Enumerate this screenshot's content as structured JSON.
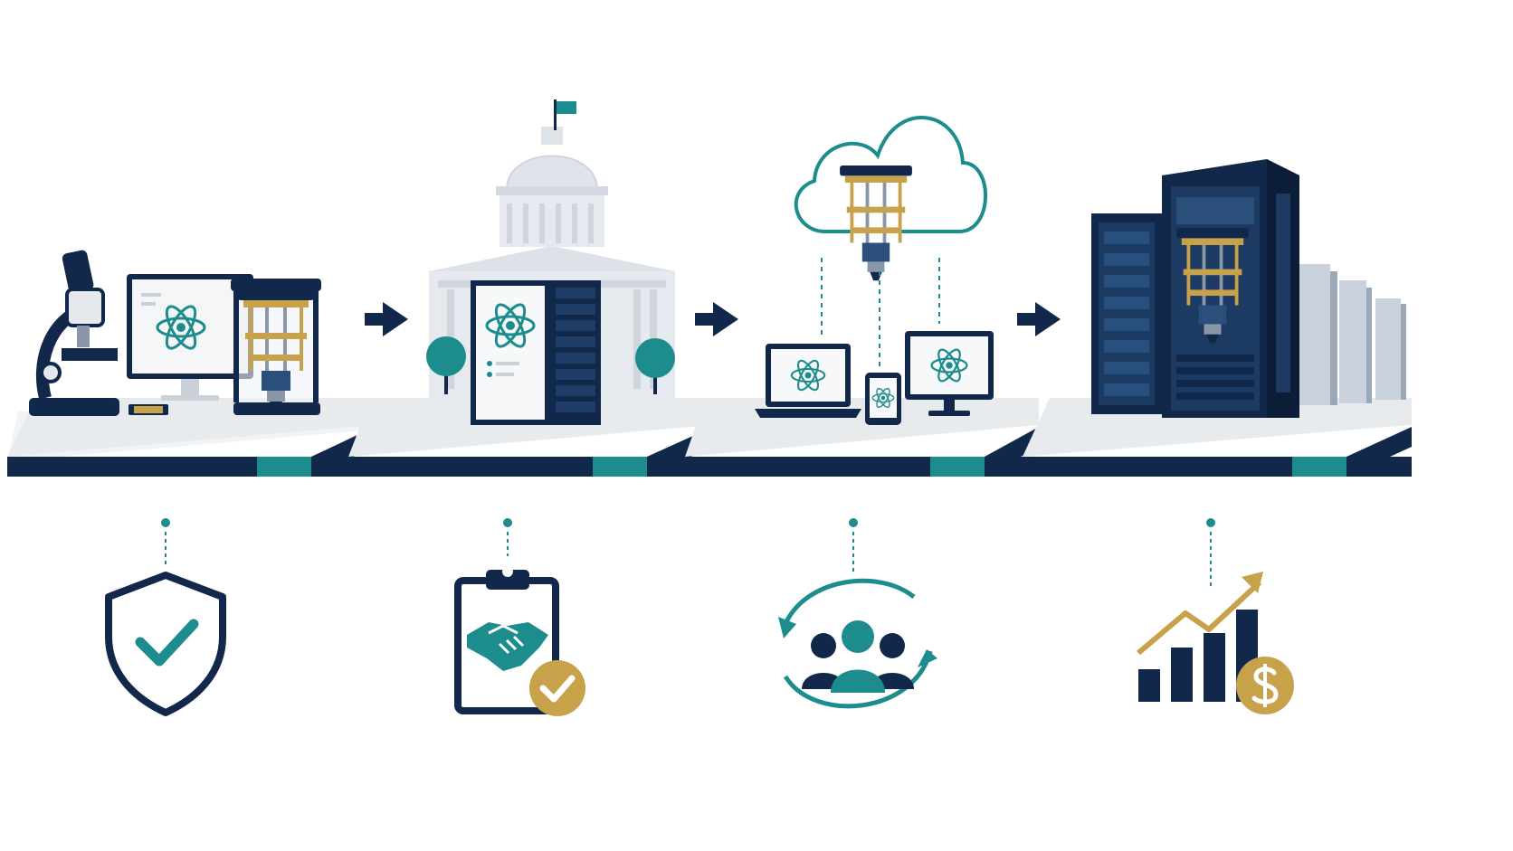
{
  "colors": {
    "navy": "#12284a",
    "teal": "#1c8c8c",
    "gold": "#c7a24a",
    "platform_top": "#f1f3f5",
    "building": "#e6eaee"
  },
  "stages": [
    {
      "scene": "research-lab",
      "scene_icons": [
        "microscope-icon",
        "monitor-atom-icon",
        "quantum-computer-icon",
        "chip-icon"
      ],
      "outcome_icon": "shield-check-icon"
    },
    {
      "scene": "government-building",
      "scene_icons": [
        "capitol-building-icon",
        "flag-icon",
        "tree-icon",
        "server-rack-icon",
        "atom-panel-icon"
      ],
      "outcome_icon": "clipboard-handshake-check-icon"
    },
    {
      "scene": "cloud-access",
      "scene_icons": [
        "cloud-icon",
        "quantum-processor-icon",
        "laptop-icon",
        "tablet-icon",
        "desktop-icon"
      ],
      "outcome_icon": "people-cycle-icon"
    },
    {
      "scene": "data-center",
      "scene_icons": [
        "server-rack-icon",
        "quantum-core-tower-icon",
        "server-row-icon"
      ],
      "outcome_icon": "growth-chart-dollar-icon"
    }
  ],
  "connectors": [
    "arrow-right-icon",
    "arrow-right-icon",
    "arrow-right-icon"
  ]
}
